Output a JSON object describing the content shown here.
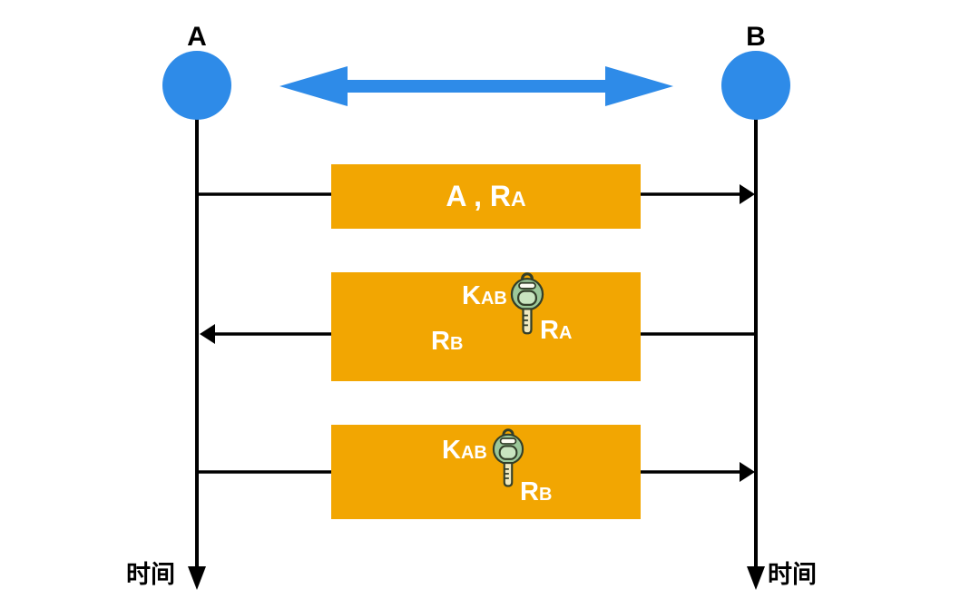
{
  "actors": {
    "a": {
      "label": "A"
    },
    "b": {
      "label": "B"
    }
  },
  "channel": {
    "type": "bidirectional-arrow"
  },
  "time_axis": {
    "left_label": "时间",
    "right_label": "时间"
  },
  "messages": [
    {
      "from": "A",
      "to": "B",
      "direction": "right",
      "content": {
        "main": "A , R",
        "sub": "A"
      }
    },
    {
      "from": "B",
      "to": "A",
      "direction": "left",
      "icon": "key-icon",
      "content": {
        "key_main": "K",
        "key_sub": "AB",
        "nonce_right_main": "R",
        "nonce_right_sub": "A",
        "nonce_left_main": "R",
        "nonce_left_sub": "B"
      }
    },
    {
      "from": "A",
      "to": "B",
      "direction": "right",
      "icon": "key-icon",
      "content": {
        "key_main": "K",
        "key_sub": "AB",
        "nonce_main": "R",
        "nonce_sub": "B"
      }
    }
  ],
  "colors": {
    "box_orange": "#F2A602",
    "arrow_blue": "#2E8BE8",
    "line_black": "#000000",
    "box_text": "#FFFFFF",
    "label_text": "#000000",
    "key_head_green": "#9CC89A",
    "key_pad_green": "#C9E5C0",
    "key_shaft_yellow": "#EFE9C0",
    "key_slot_white": "#FBFBF2",
    "key_outline": "#333F2A"
  }
}
